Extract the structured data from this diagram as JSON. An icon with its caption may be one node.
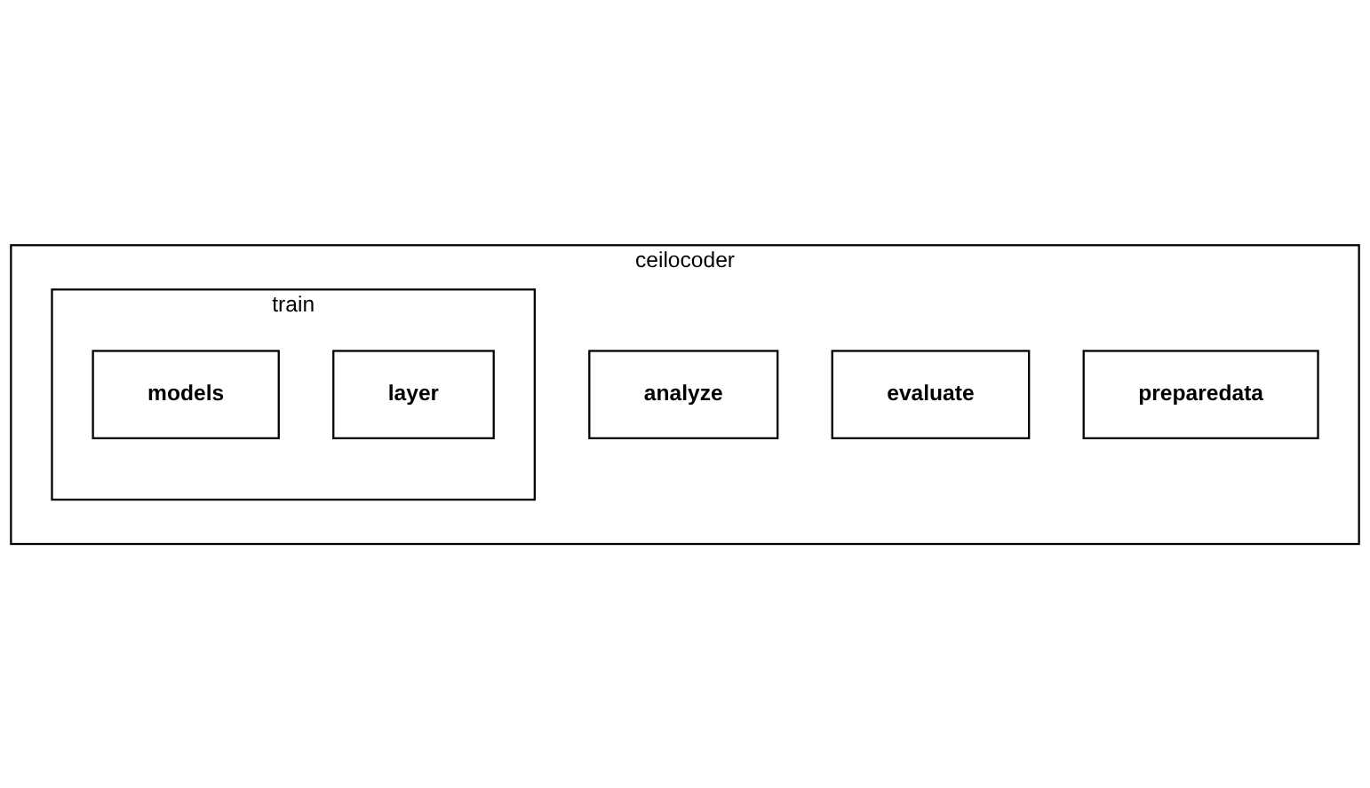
{
  "diagram": {
    "nodes": [
      {
        "text": [
          "ceilocoder"
        ]
      },
      {
        "text": [
          "analyze"
        ],
        "in": 0
      },
      {
        "text": [
          "evaluate"
        ],
        "in": 0
      },
      {
        "text": [
          "preparedata"
        ],
        "in": 0
      },
      {
        "text": [
          "train"
        ],
        "in": 0
      },
      {
        "text": [
          "models"
        ],
        "in": 4
      },
      {
        "text": [
          "layer"
        ],
        "in": 4
      }
    ],
    "edges": []
  }
}
